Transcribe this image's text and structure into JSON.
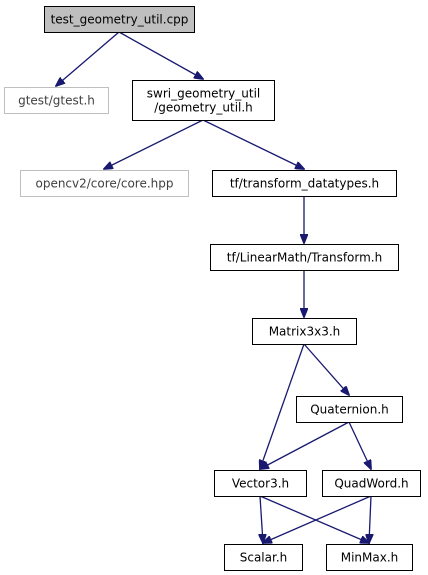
{
  "colors": {
    "edge": "#191970",
    "border": "#000000",
    "border_external": "#bfbfbf",
    "fill_root": "#bfbfbf",
    "fill": "#ffffff",
    "text": "#000000",
    "text_external": "#404040"
  },
  "nodes": [
    {
      "id": "root",
      "lines": [
        "test_geometry_util.cpp"
      ],
      "kind": "root"
    },
    {
      "id": "gtest",
      "lines": [
        "gtest/gtest.h"
      ],
      "kind": "external"
    },
    {
      "id": "geometry_util",
      "lines": [
        "swri_geometry_util",
        "/geometry_util.h"
      ],
      "kind": "internal"
    },
    {
      "id": "opencv",
      "lines": [
        "opencv2/core/core.hpp"
      ],
      "kind": "external"
    },
    {
      "id": "transform_datatypes",
      "lines": [
        "tf/transform_datatypes.h"
      ],
      "kind": "internal"
    },
    {
      "id": "transform",
      "lines": [
        "tf/LinearMath/Transform.h"
      ],
      "kind": "internal"
    },
    {
      "id": "matrix3x3",
      "lines": [
        "Matrix3x3.h"
      ],
      "kind": "internal"
    },
    {
      "id": "quaternion",
      "lines": [
        "Quaternion.h"
      ],
      "kind": "internal"
    },
    {
      "id": "vector3",
      "lines": [
        "Vector3.h"
      ],
      "kind": "internal"
    },
    {
      "id": "quadword",
      "lines": [
        "QuadWord.h"
      ],
      "kind": "internal"
    },
    {
      "id": "scalar",
      "lines": [
        "Scalar.h"
      ],
      "kind": "internal"
    },
    {
      "id": "minmax",
      "lines": [
        "MinMax.h"
      ],
      "kind": "internal"
    }
  ],
  "edges": [
    {
      "from": "root",
      "to": "gtest"
    },
    {
      "from": "root",
      "to": "geometry_util"
    },
    {
      "from": "geometry_util",
      "to": "opencv"
    },
    {
      "from": "geometry_util",
      "to": "transform_datatypes"
    },
    {
      "from": "transform_datatypes",
      "to": "transform"
    },
    {
      "from": "transform",
      "to": "matrix3x3"
    },
    {
      "from": "matrix3x3",
      "to": "vector3"
    },
    {
      "from": "matrix3x3",
      "to": "quaternion"
    },
    {
      "from": "quaternion",
      "to": "vector3"
    },
    {
      "from": "quaternion",
      "to": "quadword"
    },
    {
      "from": "vector3",
      "to": "scalar"
    },
    {
      "from": "vector3",
      "to": "minmax"
    },
    {
      "from": "quadword",
      "to": "scalar"
    },
    {
      "from": "quadword",
      "to": "minmax"
    }
  ]
}
